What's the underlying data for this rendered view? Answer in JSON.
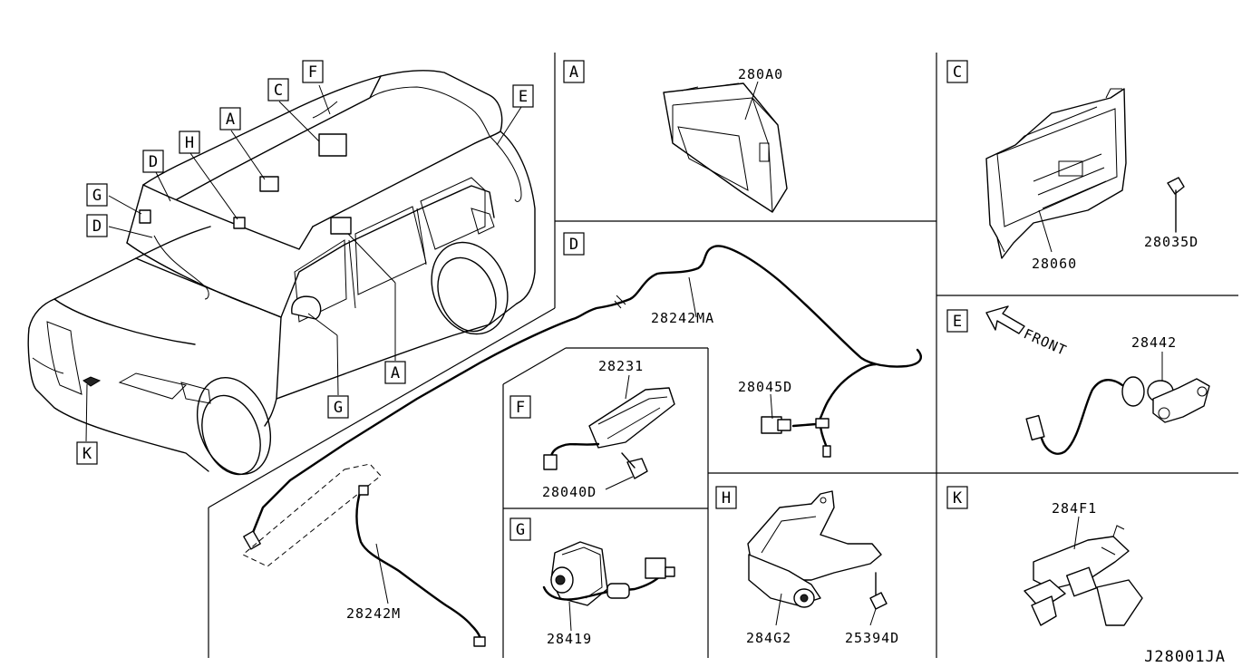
{
  "diagram_code": "J28001JA",
  "vehicle_callouts": [
    {
      "id": "callout-f",
      "letter": "F"
    },
    {
      "id": "callout-c",
      "letter": "C"
    },
    {
      "id": "callout-e",
      "letter": "E"
    },
    {
      "id": "callout-a-top",
      "letter": "A"
    },
    {
      "id": "callout-h",
      "letter": "H"
    },
    {
      "id": "callout-d-top",
      "letter": "D"
    },
    {
      "id": "callout-g-left",
      "letter": "G"
    },
    {
      "id": "callout-d-left",
      "letter": "D"
    },
    {
      "id": "callout-k",
      "letter": "K"
    },
    {
      "id": "callout-g-bottom",
      "letter": "G"
    },
    {
      "id": "callout-a-bottom",
      "letter": "A"
    }
  ],
  "panels": {
    "a": {
      "letter": "A",
      "parts": [
        "280A0"
      ]
    },
    "c": {
      "letter": "C",
      "parts": [
        "28060",
        "28035D"
      ]
    },
    "d": {
      "letter": "D",
      "parts": [
        "28242MA",
        "28045D",
        "28242M"
      ]
    },
    "e": {
      "letter": "E",
      "parts": [
        "28442"
      ],
      "direction_label": "FRONT"
    },
    "f": {
      "letter": "F",
      "parts": [
        "28231",
        "28040D"
      ]
    },
    "g": {
      "letter": "G",
      "parts": [
        "28419"
      ]
    },
    "h": {
      "letter": "H",
      "parts": [
        "284G2",
        "25394D"
      ]
    },
    "k": {
      "letter": "K",
      "parts": [
        "284F1"
      ]
    }
  }
}
